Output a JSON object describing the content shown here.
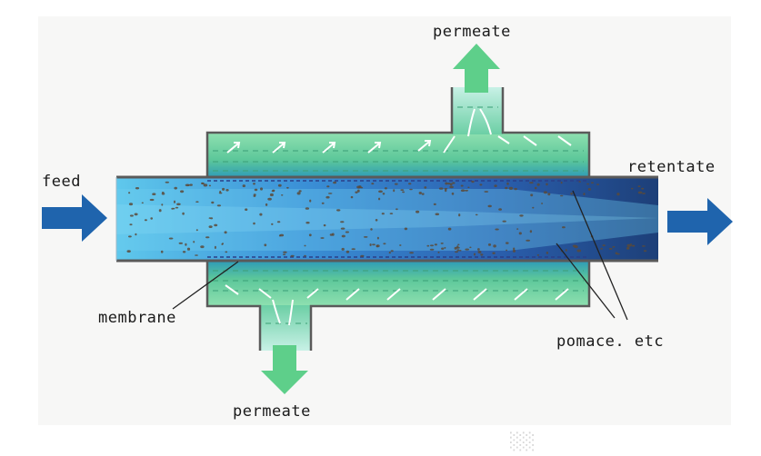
{
  "labels": {
    "feed": "feed",
    "permeate_top": "permeate",
    "retentate": "retentate",
    "membrane": "membrane",
    "pomace": "pomace. etc",
    "permeate_bottom": "permeate"
  },
  "colors": {
    "shell": "#6fcf9a",
    "tube_light": "#5cc4e8",
    "tube_dark": "#1f4f8f",
    "arrow_blue": "#1f64ad",
    "arrow_green": "#5ecf8a",
    "particle": "#5a4a3a"
  }
}
